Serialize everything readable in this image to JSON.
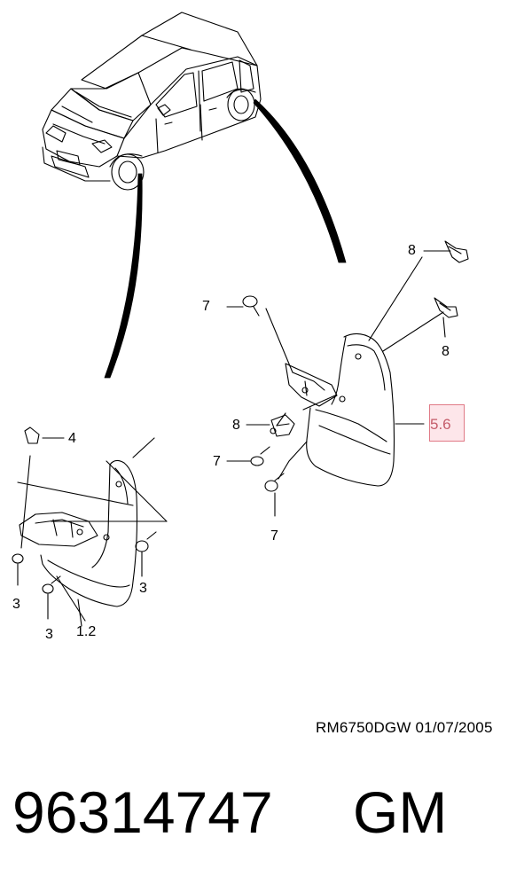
{
  "callouts": {
    "c8_top": "8",
    "c8_right": "8",
    "c7_upper": "7",
    "c8_mid": "8",
    "c7_mid": "7",
    "c7_bottom": "7",
    "c56": "5.6",
    "c4": "4",
    "c3_left": "3",
    "c3_right": "3",
    "c3_bottom": "3",
    "c12": "1.2"
  },
  "reference_code": "RM6750DGW  01/07/2005",
  "part_number": "96314747",
  "brand": "GM",
  "colors": {
    "line": "#000000",
    "highlight_fill": "#fde6ea",
    "highlight_border": "#e07a86",
    "highlight_text": "#c45c6a"
  }
}
